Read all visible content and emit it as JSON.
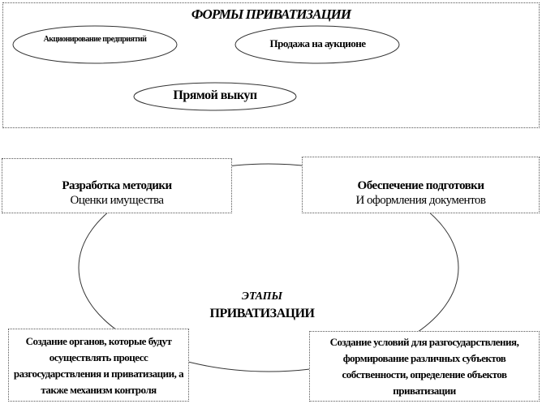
{
  "forms": {
    "title": "ФОРМЫ ПРИВАТИЗАЦИИ",
    "items": [
      "Акционирование предприятий",
      "Продажа на аукционе",
      "Прямой выкуп"
    ]
  },
  "stages": {
    "title_line1": "ЭТАПЫ",
    "title_line2": "ПРИВАТИЗАЦИИ",
    "top_left": [
      "Разработка методики",
      "Оценки имущества"
    ],
    "top_right": [
      "Обеспечение подготовки",
      "И оформления документов"
    ],
    "bottom_left": "Создание органов, которые будут осуществлять процесс разгосударствления и приватизации, а также механизм контроля",
    "bottom_right": "Создание условий для разгосударствления, формирование различных субъектов собственности, определение объектов приватизации"
  }
}
